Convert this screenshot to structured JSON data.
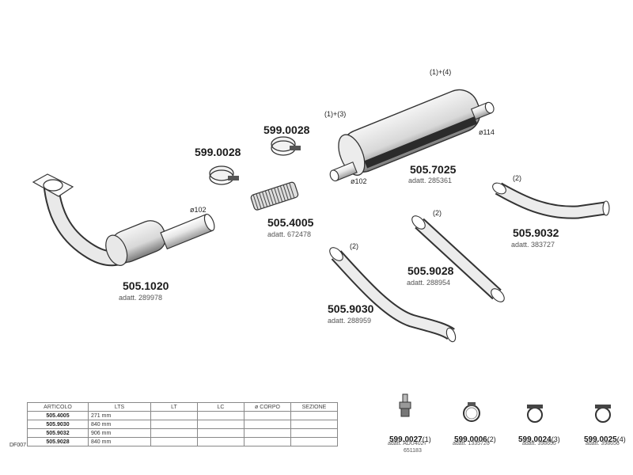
{
  "diagram": {
    "parts": [
      {
        "code": "505.1020",
        "adatt": "adatt. 289978",
        "note": "ø102"
      },
      {
        "code": "599.0028",
        "adatt": ""
      },
      {
        "code": "599.0028",
        "adatt": ""
      },
      {
        "code": "505.4005",
        "adatt": "adatt. 672478"
      },
      {
        "code": "505.7025",
        "adatt": "adatt. 285361",
        "note_top": "(1)+(4)",
        "note_left": "(1)+(3)",
        "dia_right": "ø114",
        "dia_left": "ø102"
      },
      {
        "code": "505.9032",
        "adatt": "adatt. 383727",
        "note": "(2)"
      },
      {
        "code": "505.9028",
        "adatt": "adatt. 288954",
        "note": "(2)"
      },
      {
        "code": "505.9030",
        "adatt": "adatt. 288959",
        "note": "(2)"
      }
    ],
    "small_parts": [
      {
        "code": "599.0027",
        "num": "(1)",
        "adatt": "adatt. ADU4027",
        "adatt2": "651183",
        "icon": "bolt-icon"
      },
      {
        "code": "599.0006",
        "num": "(2)",
        "adatt": "adatt. 1335720",
        "icon": "clamp-icon"
      },
      {
        "code": "599.0024",
        "num": "(3)",
        "adatt": "adatt. 398655",
        "icon": "clamp-bolt-icon"
      },
      {
        "code": "599.0025",
        "num": "(4)",
        "adatt": "adatt. 398656",
        "icon": "clamp-bolt-icon"
      }
    ]
  },
  "table": {
    "headers": [
      "ARTICOLO",
      "LTS",
      "LT",
      "LC",
      "ø CORPO",
      "SEZIONE"
    ],
    "rows": [
      {
        "art": "505.4005",
        "lts": "271 mm"
      },
      {
        "art": "505.9030",
        "lts": "840 mm"
      },
      {
        "art": "505.9032",
        "lts": "906 mm"
      },
      {
        "art": "505.9028",
        "lts": "840 mm"
      }
    ],
    "ref": "DF007"
  }
}
